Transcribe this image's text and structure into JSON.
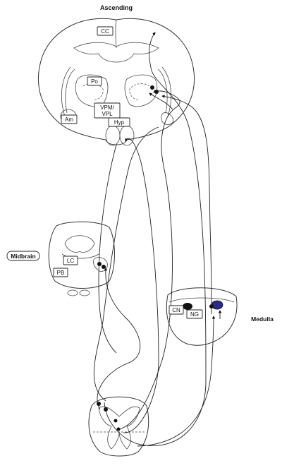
{
  "title": "Ascending",
  "regions": {
    "midbrain": "Midbrain",
    "medulla": "Medulla"
  },
  "labels": {
    "cc": "CC",
    "po": "Po",
    "vpm_line1": "VPM/",
    "vpm_line2": "VPL",
    "am": "Am",
    "hyp": "Hyp",
    "lc": "LC",
    "pb": "PB",
    "cn": "CN",
    "ng": "NG"
  },
  "colors": {
    "outline": "#333333",
    "neuron": "#111111",
    "ng_highlight": "#2a2a8a"
  }
}
